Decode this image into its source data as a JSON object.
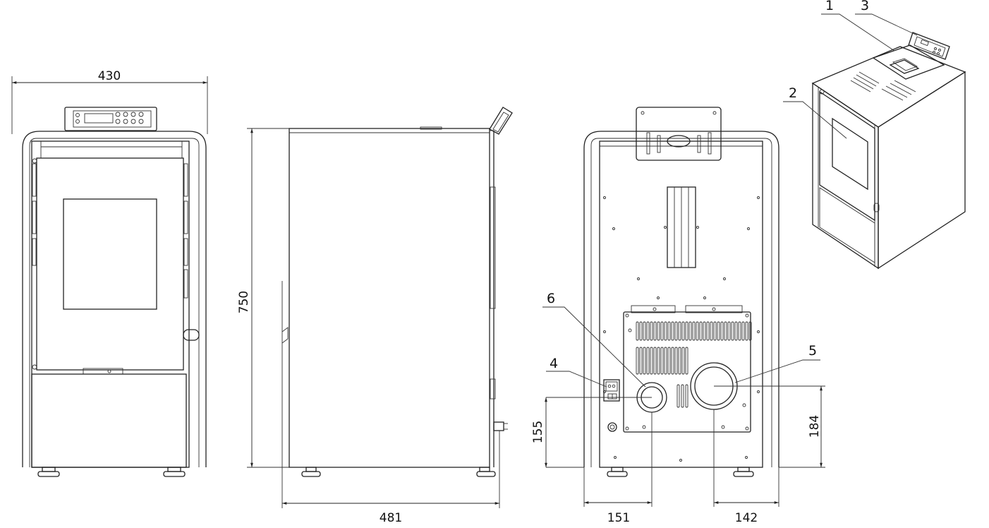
{
  "dimensions": {
    "width": "430",
    "height": "750",
    "depth": "481",
    "outlet_small_height": "155",
    "outlet_large_height": "184",
    "outlet_small_offset": "151",
    "outlet_large_offset": "142"
  },
  "callouts": {
    "c1": "1",
    "c2": "2",
    "c3": "3",
    "c4": "4",
    "c5": "5",
    "c6": "6"
  },
  "colors": {
    "line": "#222222",
    "background": "#ffffff"
  }
}
